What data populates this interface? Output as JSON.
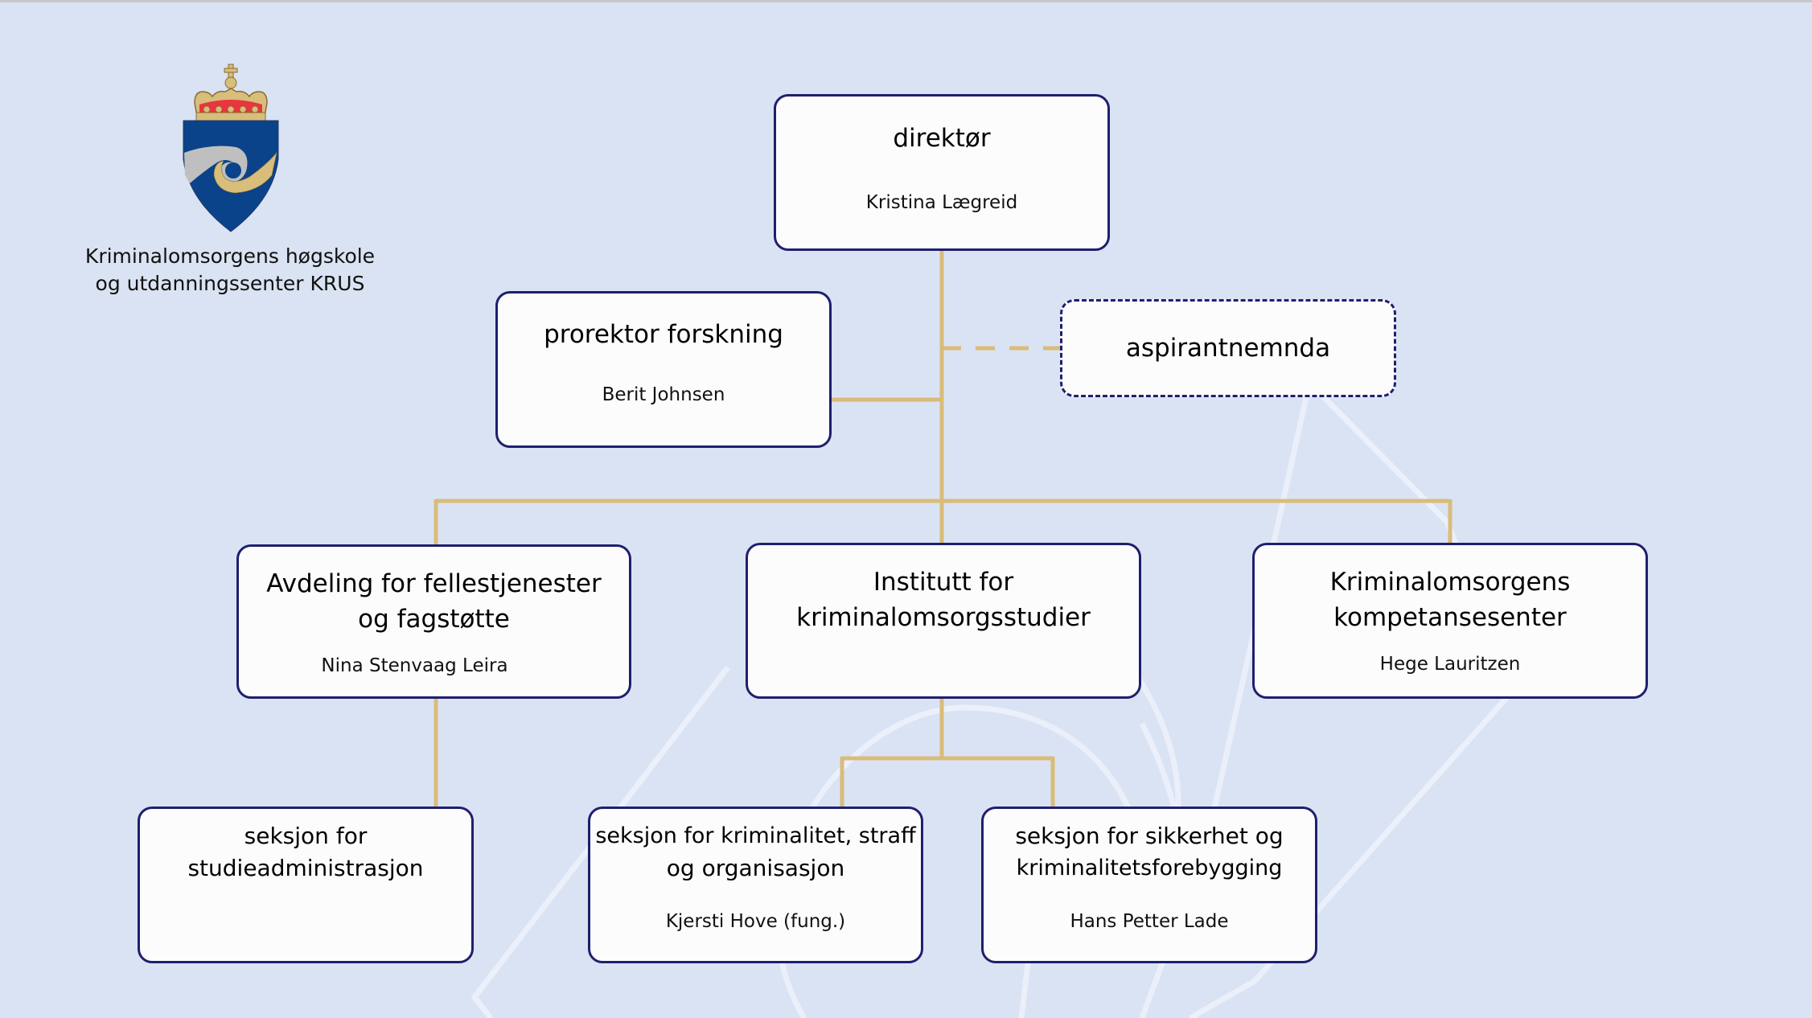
{
  "organization": {
    "name_line1": "Kriminalomsorgens høgskole",
    "name_line2": "og utdanningssenter KRUS",
    "logo_icon": "krus-coat-of-arms-icon"
  },
  "colors": {
    "background": "#dae3f3",
    "box_fill": "#fcfcfc",
    "box_border": "#1f1f6e",
    "connector": "#d9bc7a",
    "logo_blue": "#0a4389",
    "logo_gold": "#d8bd7b",
    "logo_red": "#e8353f",
    "logo_silver": "#bfbfbf"
  },
  "chart": {
    "director": {
      "title": "direktør",
      "name": "Kristina Lægreid"
    },
    "prorector": {
      "title": "prorektor forskning",
      "name": "Berit Johnsen"
    },
    "committee": {
      "title": "aspirantnemnda",
      "relation": "advisory (dashed)"
    },
    "departments": [
      {
        "title_line1": "Avdeling for fellestjenester",
        "title_line2": "og fagstøtte",
        "name": "Nina Stenvaag Leira"
      },
      {
        "title_line1": "Institutt for",
        "title_line2": "kriminalomsorgsstudier",
        "name": ""
      },
      {
        "title_line1": "Kriminalomsorgens",
        "title_line2": "kompetansesenter",
        "name": "Hege Lauritzen"
      }
    ],
    "sections": [
      {
        "title_line1": "seksjon for",
        "title_line2": "studieadministrasjon",
        "name": "",
        "parent": "Avdeling for fellestjenester og fagstøtte"
      },
      {
        "title_line1": "seksjon for kriminalitet, straff",
        "title_line2": "og organisasjon",
        "name": "Kjersti Hove (fung.)",
        "parent": "Institutt for kriminalomsorgsstudier"
      },
      {
        "title_line1": "seksjon for sikkerhet og",
        "title_line2": "kriminalitetsforebygging",
        "name": "Hans Petter Lade",
        "parent": "Institutt for kriminalomsorgsstudier"
      }
    ]
  }
}
